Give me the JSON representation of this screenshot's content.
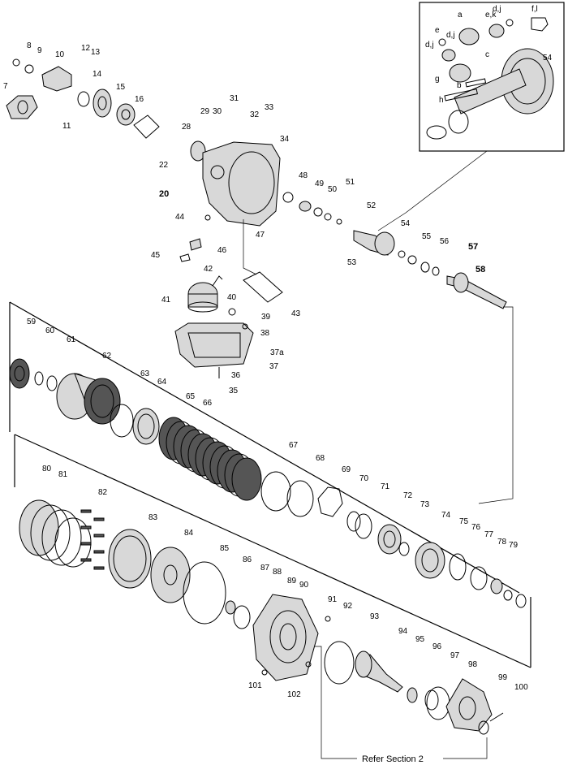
{
  "footer": {
    "refer": "Refer Section 2"
  },
  "inset_labels": [
    "a",
    "e,k",
    "d,j",
    "f,l",
    "e",
    "d,j",
    "d,j",
    "54",
    "g",
    "c",
    "b",
    "h"
  ],
  "callouts": {
    "upper": [
      "8",
      "9",
      "12",
      "13",
      "10",
      "14",
      "15",
      "16",
      "7",
      "11",
      "22",
      "20",
      "28",
      "29",
      "30",
      "31",
      "32",
      "33",
      "34",
      "44",
      "45",
      "46",
      "47",
      "48",
      "49",
      "50",
      "51",
      "52",
      "53",
      "54",
      "55",
      "56",
      "57",
      "58",
      "42",
      "41",
      "40",
      "39",
      "38",
      "43",
      "37a",
      "37",
      "36",
      "35"
    ],
    "middle": [
      "59",
      "60",
      "61",
      "62",
      "63",
      "64",
      "65",
      "66",
      "67",
      "68",
      "69",
      "70",
      "71",
      "72",
      "73",
      "74",
      "75",
      "76",
      "77",
      "78",
      "79"
    ],
    "lower": [
      "80",
      "81",
      "82",
      "83",
      "84",
      "85",
      "86",
      "87",
      "88",
      "89",
      "90",
      "91",
      "92",
      "93",
      "94",
      "95",
      "96",
      "97",
      "98",
      "99",
      "100",
      "101",
      "102"
    ]
  }
}
